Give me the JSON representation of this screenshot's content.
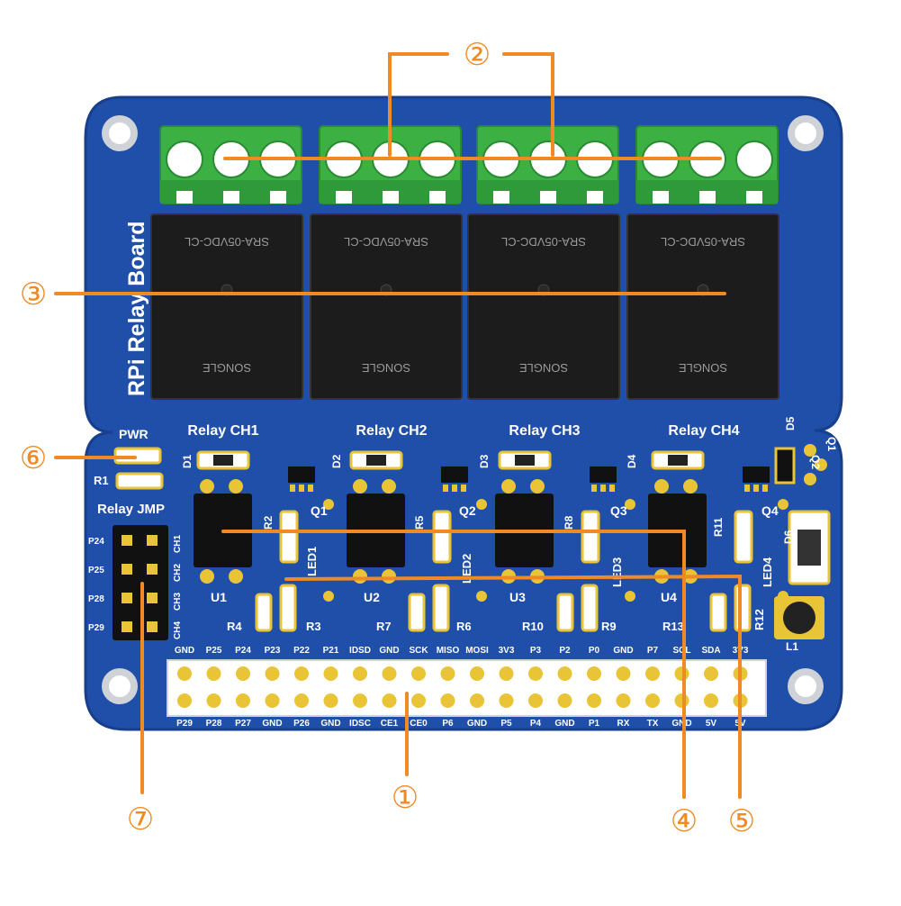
{
  "board": {
    "title": "RPi Relay Board",
    "pwr_label": "PWR",
    "r1_label": "R1",
    "jmp_title": "Relay JMP",
    "jmp_pins": [
      "P24",
      "P25",
      "P28",
      "P29"
    ],
    "jmp_channels": [
      "CH1",
      "CH2",
      "CH3",
      "CH4"
    ],
    "relay_channels": [
      "Relay CH1",
      "Relay CH2",
      "Relay CH3",
      "Relay CH4"
    ],
    "relay_top_text": "SRA-05VDC-CL",
    "relay_bottom_text": "SONGLE",
    "optocouplers": [
      "U1",
      "U2",
      "U3",
      "U4"
    ],
    "transistors": [
      "Q1",
      "Q2",
      "Q3",
      "Q4"
    ],
    "leds": [
      "LED1",
      "LED2",
      "LED3",
      "LED4"
    ],
    "diodes": [
      "D1",
      "D2",
      "D3",
      "D4"
    ],
    "resistors_top": [
      "R2",
      "R5",
      "R8",
      "R11"
    ],
    "resistors_bottom": [
      "R4",
      "R3",
      "R7",
      "R6",
      "R10",
      "R9",
      "R13",
      "R12"
    ],
    "right_labels": [
      "D5",
      "Q2",
      "Q1",
      "D6",
      "L1"
    ],
    "header_top_labels": [
      "GND",
      "P25",
      "P24",
      "P23",
      "P22",
      "P21",
      "IDSD",
      "GND",
      "SCK",
      "MISO",
      "MOSI",
      "3V3",
      "P3",
      "P2",
      "P0",
      "GND",
      "P7",
      "SCL",
      "SDA",
      "3V3"
    ],
    "header_bottom_labels": [
      "P29",
      "P28",
      "P27",
      "GND",
      "P26",
      "GND",
      "IDSC",
      "CE1",
      "CE0",
      "P6",
      "GND",
      "P5",
      "P4",
      "GND",
      "P1",
      "RX",
      "TX",
      "GND",
      "5V",
      "5V"
    ]
  },
  "callouts": [
    "①",
    "②",
    "③",
    "④",
    "⑤",
    "⑥",
    "⑦"
  ],
  "colors": {
    "pcb": "#1f4fa8",
    "pcb_edge": "#173f8c",
    "terminal": "#3cb043",
    "relay": "#1c1c1c",
    "gold": "#e8c436",
    "leader": "#f08a24"
  }
}
